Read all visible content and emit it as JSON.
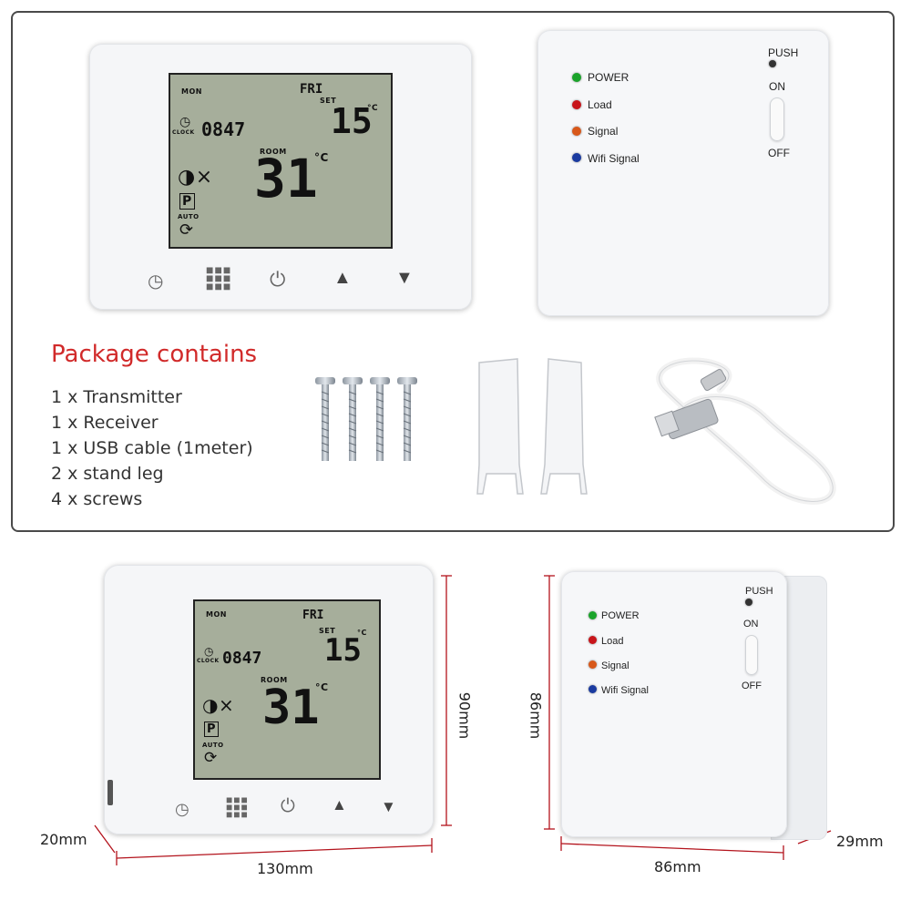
{
  "package": {
    "title": "Package contains",
    "items": [
      "1 x Transmitter",
      "1 x Receiver",
      "1 x USB cable (1meter)",
      "2 x stand leg",
      "4 x screws"
    ]
  },
  "thermostat": {
    "day_left": "MON",
    "day_right": "FRI",
    "set_label": "SET",
    "set_temp": "15",
    "unit": "°C",
    "clock_label": "CLOCK",
    "clock_time": "0847",
    "room_label": "ROOM",
    "room_temp": "31",
    "auto_label": "AUTO",
    "p_label": "P"
  },
  "receiver": {
    "push_label": "PUSH",
    "on_label": "ON",
    "off_label": "OFF",
    "leds": [
      {
        "label": "POWER",
        "color": "#1aa32a"
      },
      {
        "label": "Load",
        "color": "#c8141a"
      },
      {
        "label": "Signal",
        "color": "#d8581a"
      },
      {
        "label": "Wifi Signal",
        "color": "#1a3aa0"
      }
    ]
  },
  "dimensions": {
    "thermostat_depth": "20mm",
    "thermostat_width": "130mm",
    "thermostat_height": "90mm",
    "receiver_height": "86mm",
    "receiver_width": "86mm",
    "receiver_depth": "29mm"
  },
  "colors": {
    "title_red": "#d12a2a",
    "lcd_green": "#a6ae9b"
  }
}
